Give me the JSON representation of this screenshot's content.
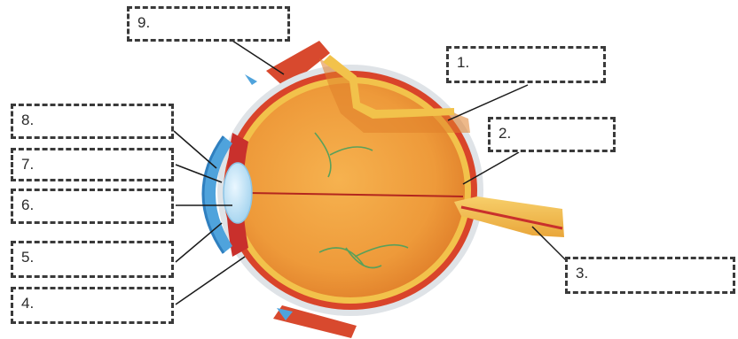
{
  "labels": [
    {
      "id": "9",
      "text": "9."
    },
    {
      "id": "1",
      "text": "1."
    },
    {
      "id": "2",
      "text": "2."
    },
    {
      "id": "3",
      "text": "3."
    },
    {
      "id": "8",
      "text": "8."
    },
    {
      "id": "7",
      "text": "7."
    },
    {
      "id": "6",
      "text": "6."
    },
    {
      "id": "5",
      "text": "5."
    },
    {
      "id": "4",
      "text": "4."
    }
  ],
  "colors": {
    "sclera_outline": "#c8cdd2",
    "choroid": "#d9442a",
    "retina": "#f2c24b",
    "vitreous": "#ee9a3a",
    "cornea": "#4fa3dc",
    "lens": "#bfe3f7",
    "optic_nerve": "#f2b640",
    "vessels": "#5aa05a"
  }
}
